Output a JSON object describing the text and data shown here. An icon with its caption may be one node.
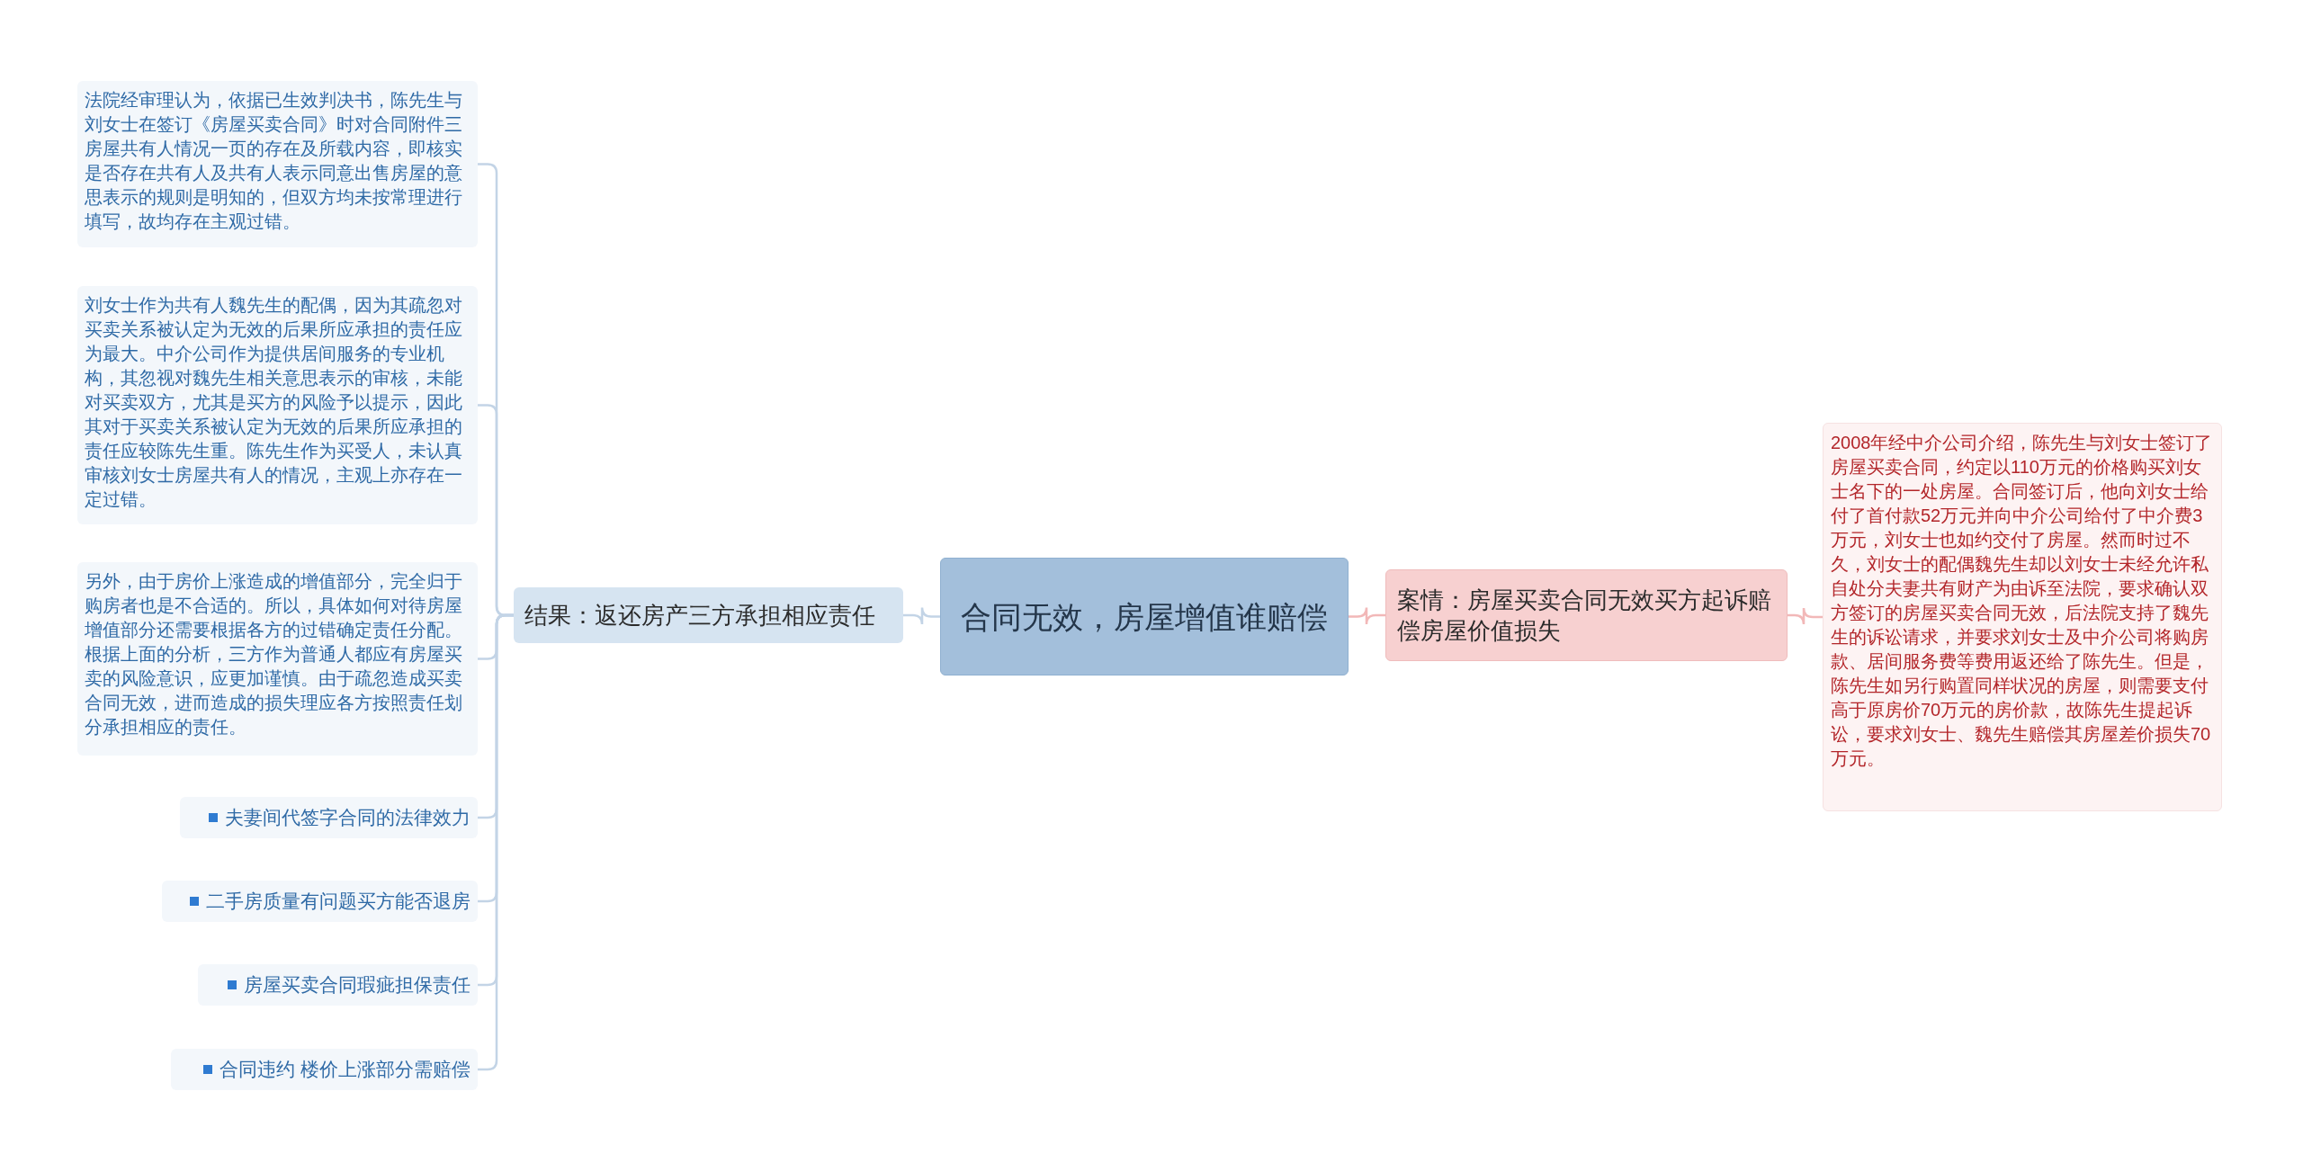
{
  "diagram": {
    "nodes": [
      {
        "text": [
          "合同无效，房屋增值谁赔偿"
        ]
      },
      {
        "text": [
          "结果：返还房产三方承担相应责任"
        ]
      },
      {
        "text": [
          "法院经审理认为，依据已生效判决书，陈先生与刘女士在签订《房屋买卖合同》时对合同附件三房屋共有人情况一页的存在及所载内容，即核实是否存在共有人及共有人表示同意出售房屋的意思表示的规则是明知的，但双方均未按常理进行填写，故均存在主观过错。"
        ]
      },
      {
        "text": [
          "刘女士作为共有人魏先生的配偶，因为其疏忽对买卖关系被认定为无效的后果所应承担的责任应为最大。中介公司作为提供居间服务的专业机构，其忽视对魏先生相关意思表示的审核，未能对买卖双方，尤其是买方的风险予以提示，因此其对于买卖关系被认定为无效的后果所应承担的责任应较陈先生重。陈先生作为买受人，未认真审核刘女士房屋共有人的情况，主观上亦存在一定过错。"
        ]
      },
      {
        "text": [
          "另外，由于房价上涨造成的增值部分，完全归于购房者也是不合适的。所以，具体如何对待房屋增值部分还需要根据各方的过错确定责任分配。根据上面的分析，三方作为普通人都应有房屋买卖的风险意识，应更加谨慎。由于疏忽造成买卖合同无效，进而造成的损失理应各方按照责任划分承担相应的责任。"
        ]
      },
      {
        "text": [
          "夫妻间代签字合同的法律效力"
        ]
      },
      {
        "text": [
          "二手房质量有问题买方能否退房"
        ]
      },
      {
        "text": [
          "房屋买卖合同瑕疵担保责任"
        ]
      },
      {
        "text": [
          "合同违约 楼价上涨部分需赔偿"
        ]
      },
      {
        "text": [
          "案情：房屋买卖合同无效买方起诉赔偿房屋价值损失"
        ]
      },
      {
        "text": [
          "2008年经中介公司介绍，陈先生与刘女士签订了房屋买卖合同，约定以110万元的价格购买刘女士名下的一处房屋。合同签订后，他向刘女士给付了首付款52万元并向中介公司给付了中介费3万元，刘女士也如约交付了房屋。然而时过不久，刘女士的配偶魏先生却以刘女士未经允许私自处分夫妻共有财产为由诉至法院，要求确认双方签订的房屋买卖合同无效，后法院支持了魏先生的诉讼请求，并要求刘女士及中介公司将购房款、居间服务费等费用返还给了陈先生。但是，陈先生如另行购置同样状况的房屋，则需要支付高于原房价70万元的房价款，故陈先生提起诉讼，要求刘女士、魏先生赔偿其房屋差价损失70万元。"
        ]
      }
    ],
    "edges": [
      {
        "from": 0,
        "to": 1,
        "arrow": "none"
      },
      {
        "from": 1,
        "to": 2,
        "arrow": "none"
      },
      {
        "from": 1,
        "to": 3,
        "arrow": "none"
      },
      {
        "from": 1,
        "to": 4,
        "arrow": "none"
      },
      {
        "from": 1,
        "to": 5,
        "arrow": "none"
      },
      {
        "from": 1,
        "to": 6,
        "arrow": "none"
      },
      {
        "from": 1,
        "to": 7,
        "arrow": "none"
      },
      {
        "from": 1,
        "to": 8,
        "arrow": "none"
      },
      {
        "from": 0,
        "to": 9,
        "arrow": "none",
        "color": "#f2b8b8"
      },
      {
        "from": 9,
        "to": 10,
        "arrow": "none",
        "color": "#f2b8b8"
      }
    ]
  }
}
